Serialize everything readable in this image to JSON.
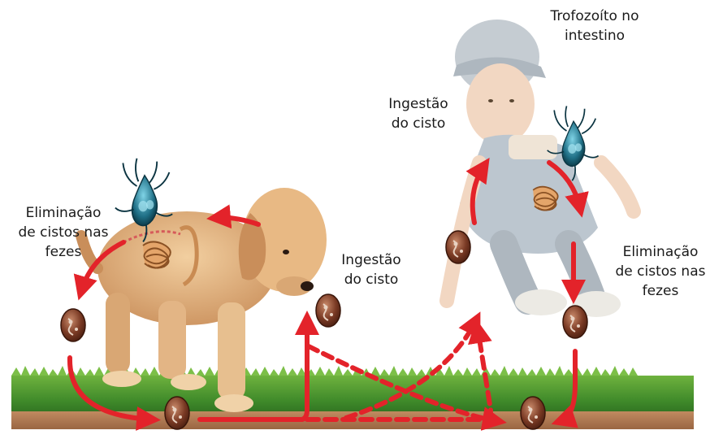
{
  "labels": {
    "dog_elimination": [
      "Eliminação",
      "de cistos nas",
      "fezes"
    ],
    "dog_ingestion": [
      "Ingestão",
      "do cisto"
    ],
    "child_ingestion": [
      "Ingestão",
      "do cisto"
    ],
    "child_trophozoite": [
      "Trofozoíto no",
      "intestino"
    ],
    "child_elimination": [
      "Eliminação",
      "de cistos nas",
      "fezes"
    ]
  },
  "colors": {
    "arrow": "#e3232a",
    "cyst_shell": "#7a3a24",
    "cyst_highlight": "#e8d2c2",
    "grass": "#3f8a2a",
    "soil": "#b07a52",
    "parasite": "#1f6f86",
    "dog_fur": "#d9a774",
    "child_clothes": "#bcc6cf",
    "intestine": "#c98b52"
  }
}
